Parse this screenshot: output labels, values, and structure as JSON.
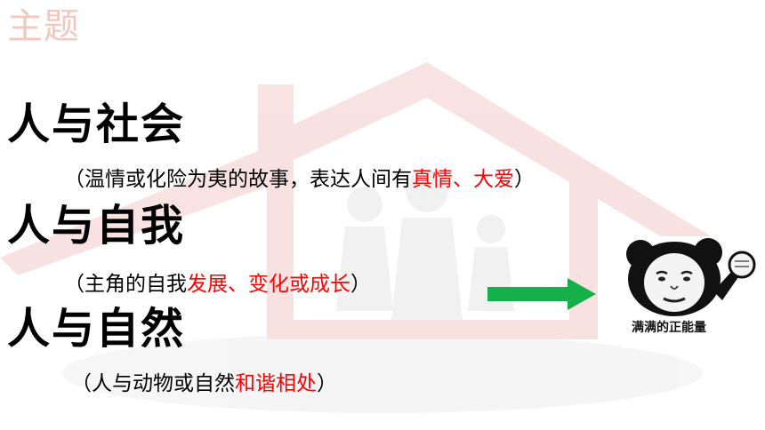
{
  "slide": {
    "title": "主题",
    "sections": [
      {
        "heading": "人与社会",
        "detail_open": "（温情或化险为夷的故事，表达人间有",
        "detail_highlight": "真情、大爱",
        "detail_close": "）"
      },
      {
        "heading": "人与自我",
        "detail_open": "（主角的自我",
        "detail_highlight": "发展、变化或成长",
        "detail_close": "）"
      },
      {
        "heading": "人与自然",
        "detail_open": "（人与动物或自然",
        "detail_highlight": "和谐相处",
        "detail_close": "）"
      }
    ],
    "meme_caption": "满满的正能量",
    "colors": {
      "title": "#f2c7bd",
      "highlight": "#ff0000",
      "arrow": "#16b04a",
      "house_outline": "#d84040"
    }
  }
}
